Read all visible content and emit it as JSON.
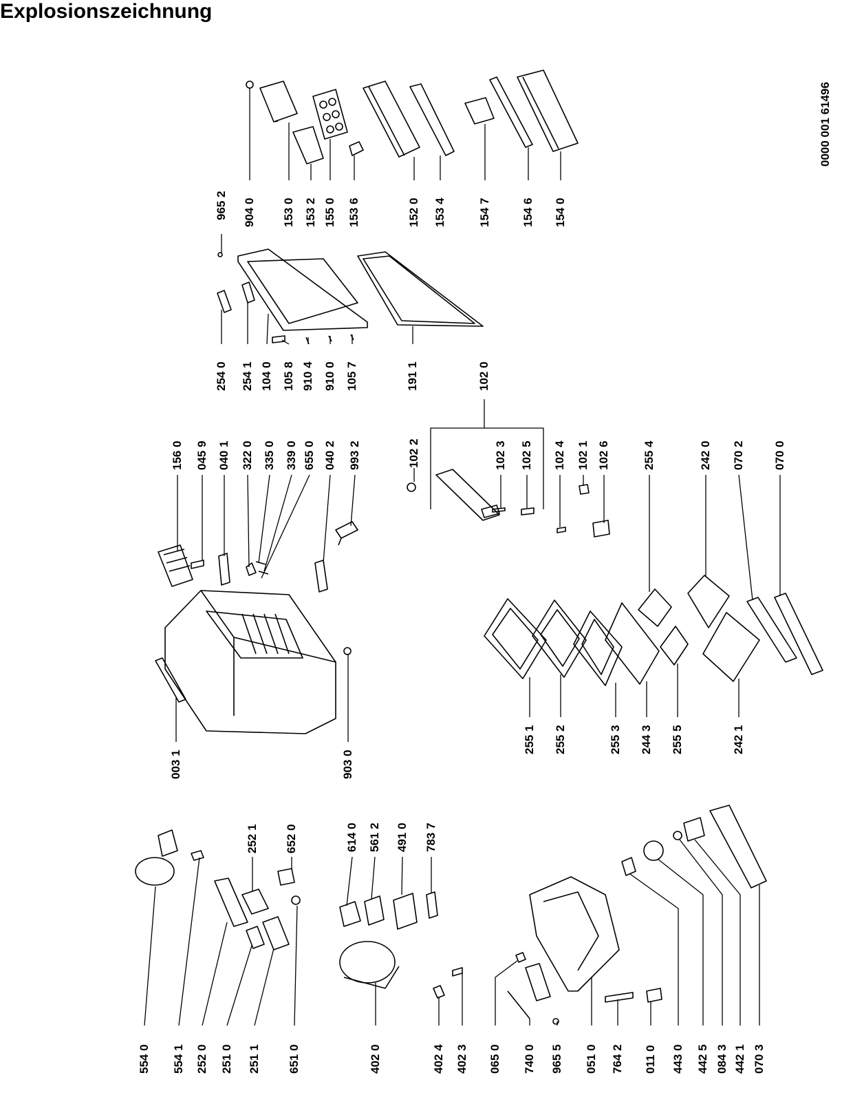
{
  "title": "Explosionszeichnung",
  "doc_number": "0000 001 61496",
  "labels": [
    "965 2",
    "904 0",
    "153 0",
    "153 2",
    "155 0",
    "153 6",
    "152 0",
    "153 4",
    "154 7",
    "154 6",
    "154 0",
    "254 0",
    "254 1",
    "104 0",
    "105 8",
    "910 4",
    "910 0",
    "105 7",
    "191 1",
    "102 0",
    "156 0",
    "045 9",
    "040 1",
    "322 0",
    "335 0",
    "339 0",
    "655 0",
    "040 2",
    "993 2",
    "102 2",
    "102 3",
    "102 5",
    "102 4",
    "102 1",
    "102 6",
    "255 4",
    "242 0",
    "070 2",
    "070 0",
    "003 1",
    "903 0",
    "255 1",
    "255 2",
    "255 3",
    "244 3",
    "255 5",
    "242 1",
    "554 0",
    "554 1",
    "252 0",
    "251 0",
    "251 1",
    "651 0",
    "252 1",
    "652 0",
    "614 0",
    "561 2",
    "491 0",
    "783 7",
    "402 0",
    "402 4",
    "402 3",
    "065 0",
    "740 0",
    "965 5",
    "051 0",
    "764 2",
    "011 0",
    "443 0",
    "442 5",
    "084 3",
    "442 1",
    "070 3"
  ]
}
